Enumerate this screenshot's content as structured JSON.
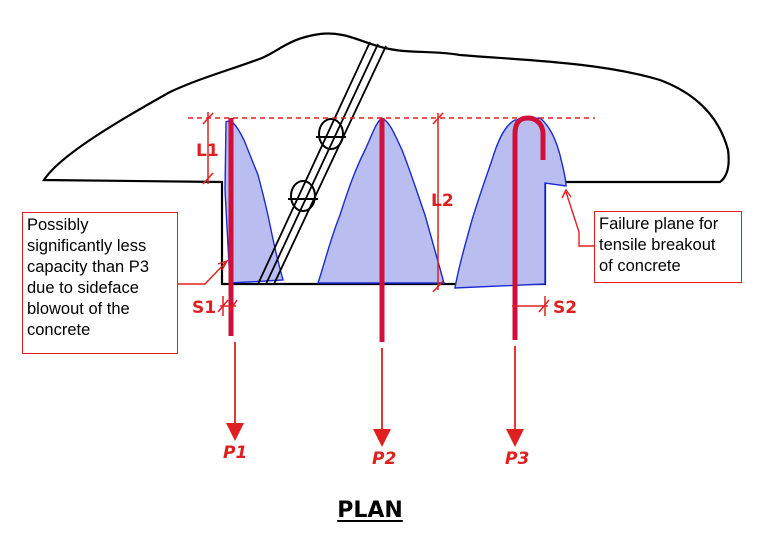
{
  "title": "PLAN",
  "callouts": {
    "left": [
      "Possibly",
      "significantly less",
      "capacity than P3",
      "due to sideface",
      "blowout of the",
      "concrete"
    ],
    "right": [
      "Failure plane for",
      "tensile breakout",
      "of concrete"
    ]
  },
  "dimensions": {
    "l1": "L1",
    "l2": "L2",
    "s1": "S1",
    "s2": "S2"
  },
  "forces": {
    "p1": "P1",
    "p2": "P2",
    "p3": "P3"
  },
  "colors": {
    "anchor": "#d0103a",
    "accent": "#e02020",
    "breakout_fill": "#b9bdf0",
    "breakout_edge": "#1a2bd1",
    "outline": "#000000"
  }
}
